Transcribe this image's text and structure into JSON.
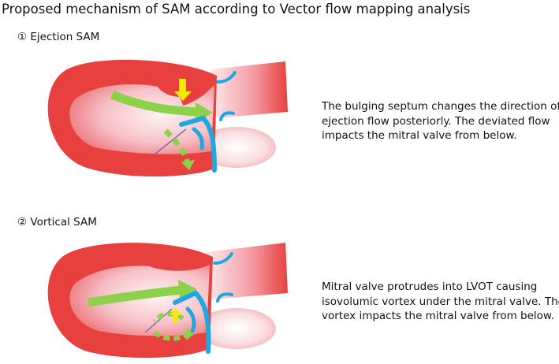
{
  "title": "Proposed mechanism of SAM according to Vector flow mapping analysis",
  "sections": [
    {
      "label": "① Ejection SAM",
      "description_lines": [
        "The bulging septum changes the direction of",
        "ejection flow posteriorly. The deviated flow",
        "impacts the mitral valve from below."
      ]
    },
    {
      "label": "② Vortical SAM",
      "description_lines": [
        "Mitral valve protrudes into LVOT causing",
        "isovolumic vortex under the mitral valve. The",
        "vortex impacts the mitral valve from below."
      ]
    }
  ],
  "colors": {
    "myocardium": "#e8403f",
    "cavity_light": "#fbe0e3",
    "valve": "#1ea7e1",
    "flow_arrow": "#8dd14a",
    "septal_arrow": "#f6ea00"
  }
}
